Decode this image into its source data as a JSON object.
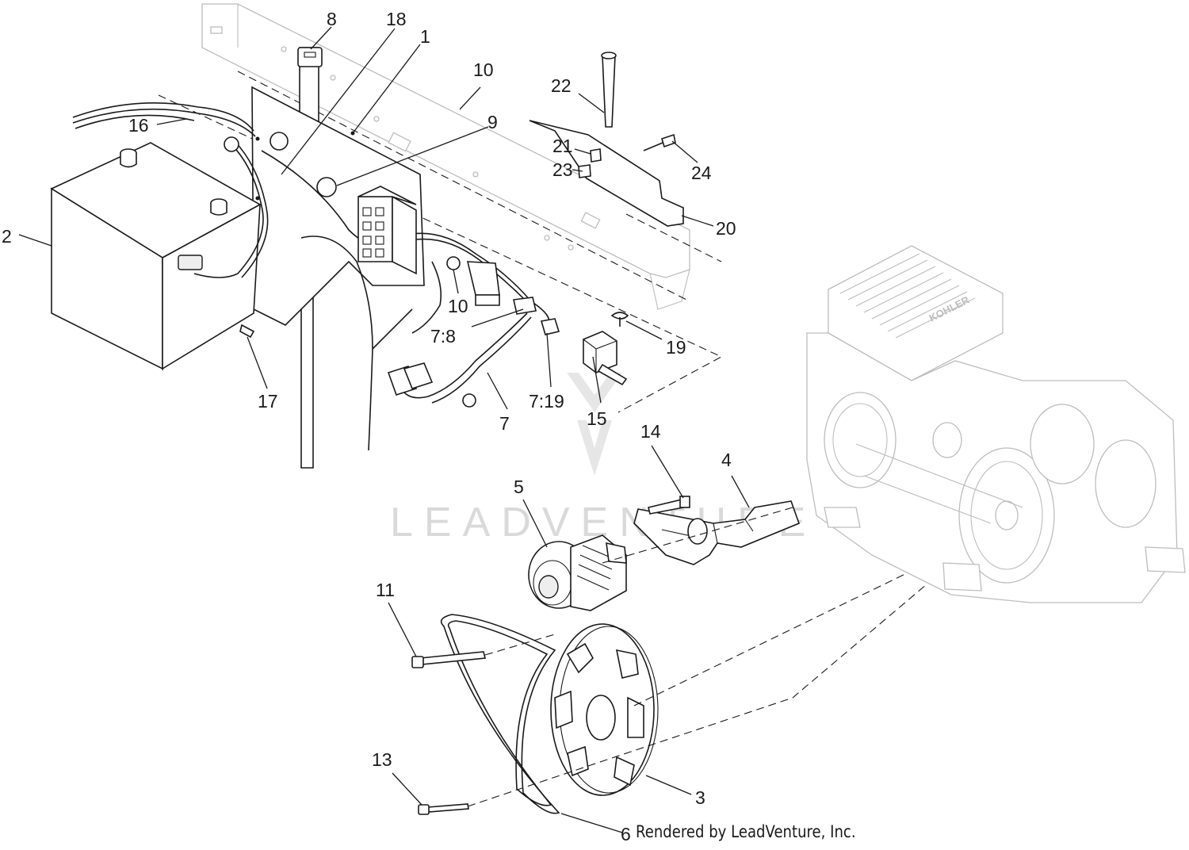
{
  "watermark": {
    "text": "LEADVENTURE",
    "color": "#d9d9d9"
  },
  "engine": {
    "brand_text": "KOHLER"
  },
  "footer": {
    "credit": "Rendered by LeadVenture, Inc."
  },
  "callouts": [
    {
      "id": "c8",
      "text": "8"
    },
    {
      "id": "c18",
      "text": "18"
    },
    {
      "id": "c1",
      "text": "1"
    },
    {
      "id": "c10a",
      "text": "10"
    },
    {
      "id": "c9",
      "text": "9"
    },
    {
      "id": "c16",
      "text": "16"
    },
    {
      "id": "c22",
      "text": "22"
    },
    {
      "id": "c21",
      "text": "21"
    },
    {
      "id": "c23",
      "text": "23"
    },
    {
      "id": "c24",
      "text": "24"
    },
    {
      "id": "c20",
      "text": "20"
    },
    {
      "id": "c2",
      "text": "2"
    },
    {
      "id": "c10b",
      "text": "10"
    },
    {
      "id": "c7_8",
      "text": "7:8"
    },
    {
      "id": "c19",
      "text": "19"
    },
    {
      "id": "c17",
      "text": "17"
    },
    {
      "id": "c7_19",
      "text": "7:19"
    },
    {
      "id": "c15",
      "text": "15"
    },
    {
      "id": "c7",
      "text": "7"
    },
    {
      "id": "c14",
      "text": "14"
    },
    {
      "id": "c4",
      "text": "4"
    },
    {
      "id": "c5",
      "text": "5"
    },
    {
      "id": "c11",
      "text": "11"
    },
    {
      "id": "c13",
      "text": "13"
    },
    {
      "id": "c3",
      "text": "3"
    },
    {
      "id": "c6",
      "text": "6"
    }
  ]
}
